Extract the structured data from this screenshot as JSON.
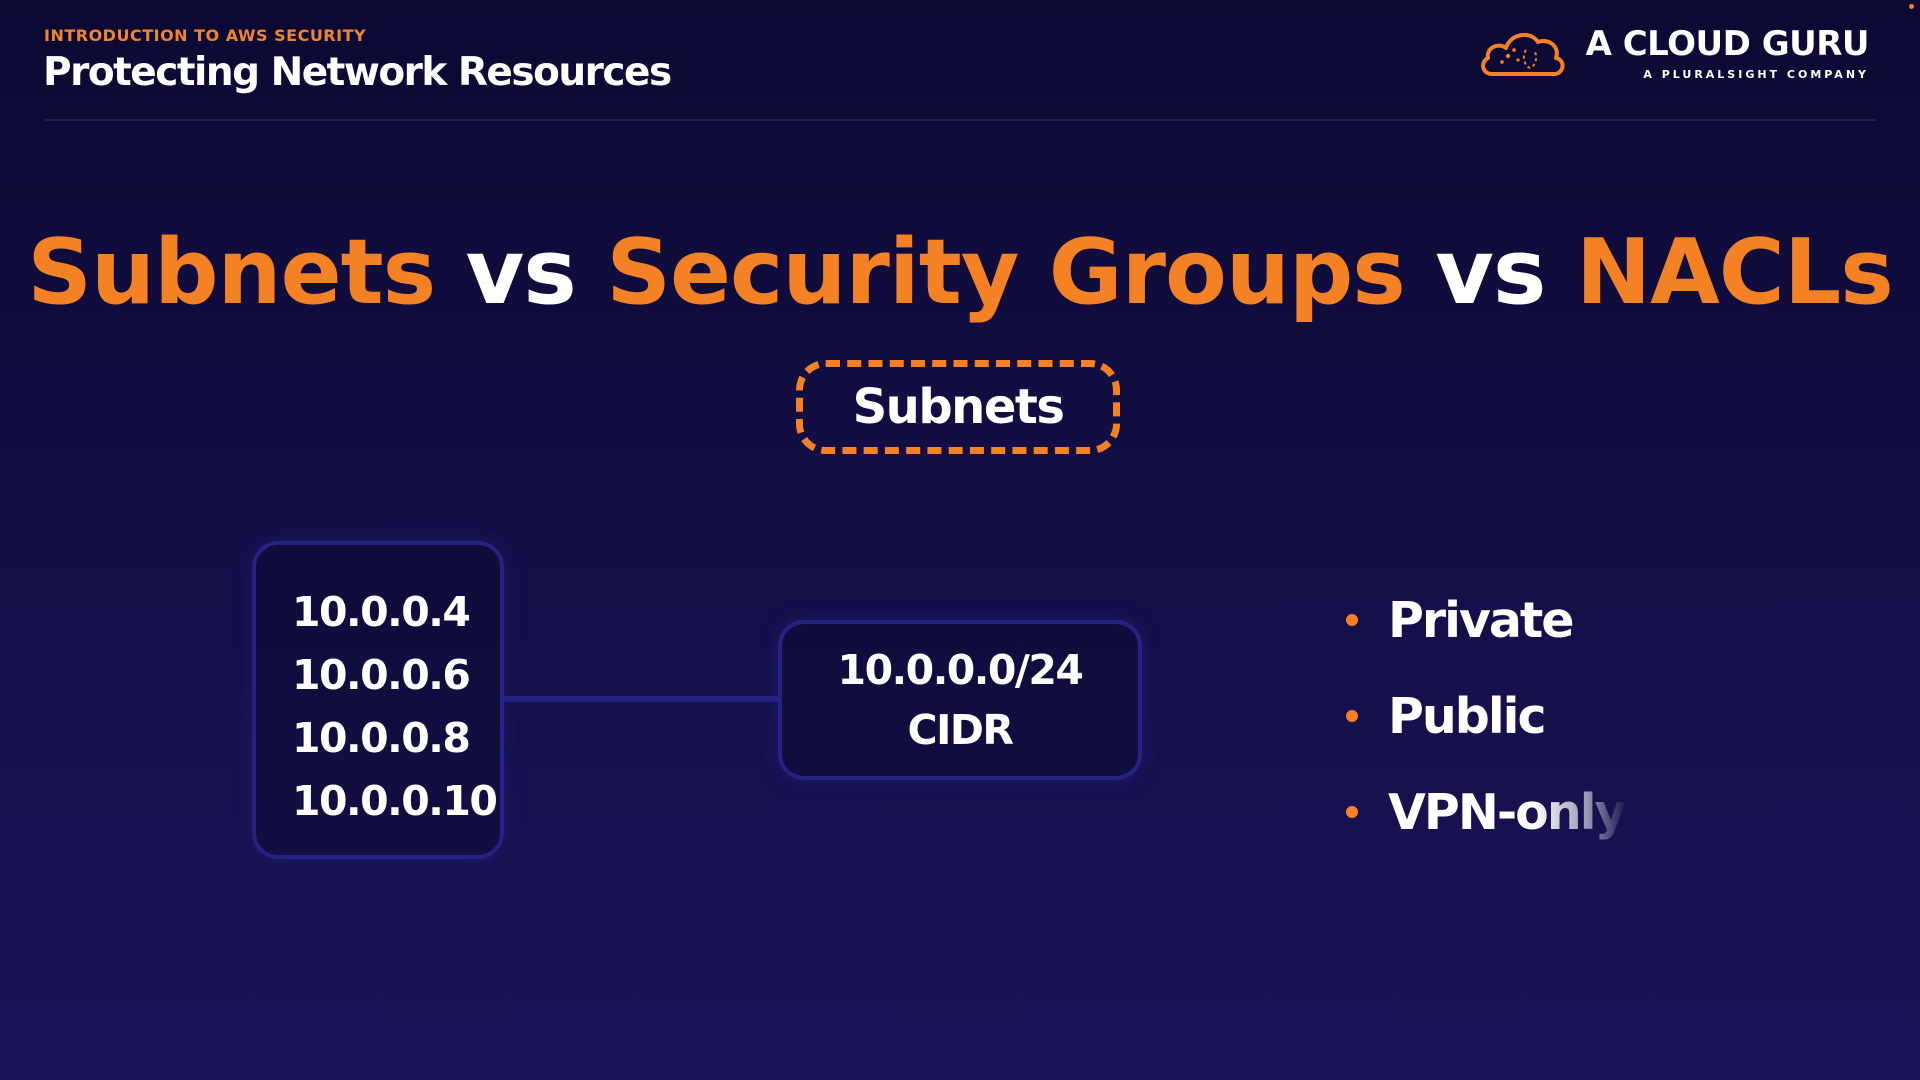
{
  "header": {
    "kicker": "INTRODUCTION TO AWS SECURITY",
    "title": "Protecting Network Resources"
  },
  "logo": {
    "name": "A CLOUD GURU",
    "tagline": "A PLURALSIGHT COMPANY",
    "icon": "cloud-logo-icon"
  },
  "slide": {
    "title_parts": [
      "Subnets",
      "vs",
      "Security Groups",
      "vs",
      "NACLs"
    ],
    "badge": "Subnets",
    "ip_addresses": [
      "10.0.0.4",
      "10.0.0.6",
      "10.0.0.8",
      "10.0.0.10"
    ],
    "cidr": {
      "value": "10.0.0.0/24",
      "label": "CIDR"
    },
    "bullets": [
      "Private",
      "Public",
      "VPN-only"
    ]
  },
  "colors": {
    "accent": "#f48124",
    "background_top": "#0c0a33",
    "background_bottom": "#1a1457",
    "box_border": "#262182",
    "text": "#ffffff"
  }
}
